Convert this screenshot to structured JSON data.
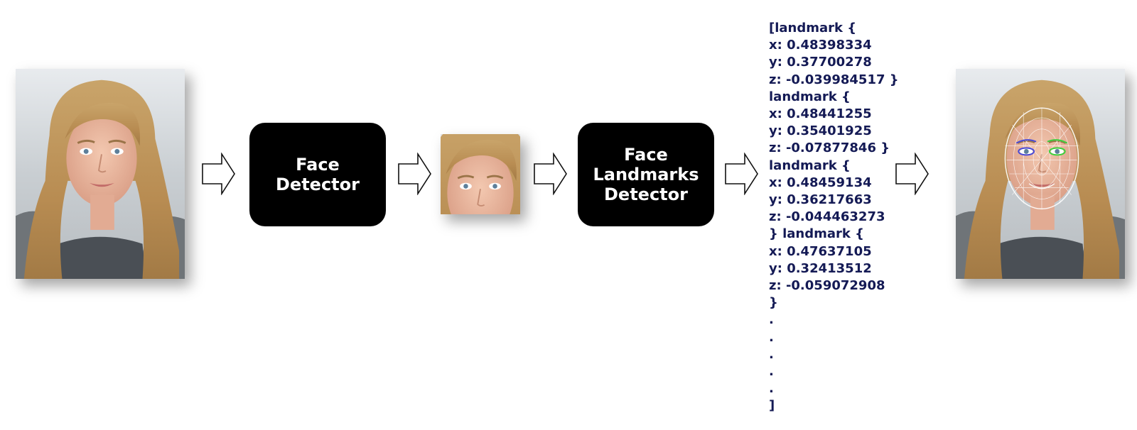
{
  "boxes": {
    "face_detector": [
      "Face",
      "Detector"
    ],
    "landmarks_detector": [
      "Face",
      "Landmarks",
      "Detector"
    ]
  },
  "landmark_output": [
    "[landmark {",
    "x: 0.48398334",
    "y: 0.37700278",
    "z: -0.039984517 }",
    "landmark {",
    "x: 0.48441255",
    "y: 0.35401925",
    "z: -0.07877846 }",
    "landmark {",
    "x: 0.48459134",
    "y: 0.36217663",
    "z: -0.044463273",
    "} landmark {",
    "x: 0.47637105",
    "y: 0.32413512",
    "z: -0.059072908",
    "}",
    ".",
    ".",
    ".",
    ".",
    ".",
    "]"
  ],
  "colors": {
    "box_bg": "#000000",
    "box_text": "#ffffff",
    "landmark_text": "#141a55",
    "mesh": "#ffffff",
    "left_eye_overlay": "#4a4ad6",
    "right_eye_overlay": "#3ecf3e"
  },
  "icons": [
    "input-photo",
    "arrow-right-icon",
    "cropped-face-photo",
    "annotated-face-photo"
  ]
}
